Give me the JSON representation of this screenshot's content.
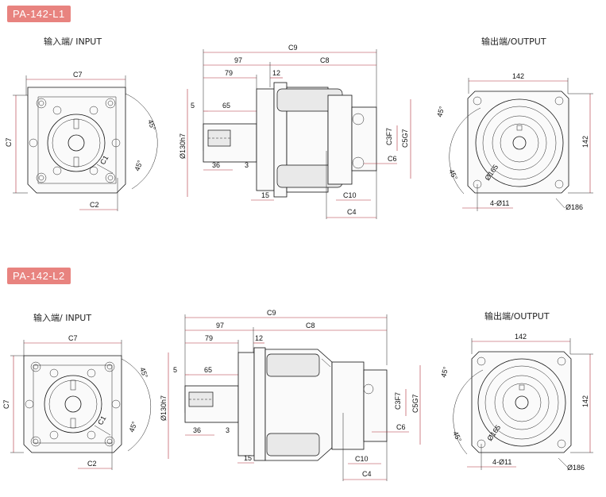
{
  "sections": [
    {
      "tag": "PA-142-L1",
      "input_label": "输入端/ INPUT",
      "output_label": "输出端/OUTPUT"
    },
    {
      "tag": "PA-142-L2",
      "input_label": "输入端/ INPUT",
      "output_label": "输出端/OUTPUT"
    }
  ],
  "dims": {
    "c7": "C7",
    "c1": "C1",
    "c2": "C2",
    "angle45": "45°",
    "c9": "C9",
    "c8": "C8",
    "d97": "97",
    "d79": "79",
    "d12": "12",
    "d5": "5",
    "d65": "65",
    "d130": "Ø130h7",
    "d36": "36",
    "d3": "3",
    "d15": "15",
    "c3": "C3F7",
    "c5": "C5G7",
    "c6": "C6",
    "c10": "C10",
    "c4": "C4",
    "d142": "142",
    "d165": "Ø165",
    "d11": "4-Ø11",
    "d186": "Ø186"
  }
}
